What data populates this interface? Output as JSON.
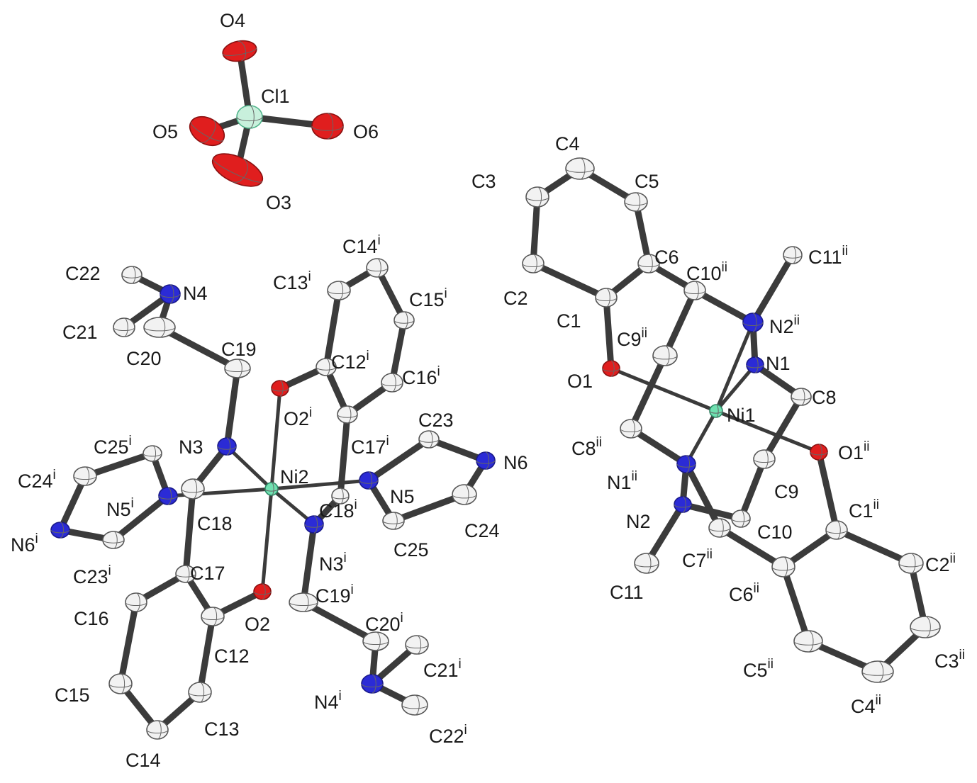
{
  "colors": {
    "carbon": "#f2f2f2",
    "nitrogen": "#2b2bd6",
    "oxygen": "#e01e1e",
    "nickel": "#6fe0b0",
    "chlorine": "#c8f0dc",
    "bond": "#3b3b3b"
  },
  "atoms": [
    {
      "id": "O4",
      "label": "O4",
      "sup": "",
      "el": "O"
    },
    {
      "id": "Cl1",
      "label": "Cl1",
      "sup": "",
      "el": "Cl"
    },
    {
      "id": "O5",
      "label": "O5",
      "sup": "",
      "el": "O"
    },
    {
      "id": "O6",
      "label": "O6",
      "sup": "",
      "el": "O"
    },
    {
      "id": "O3",
      "label": "O3",
      "sup": "",
      "el": "O"
    },
    {
      "id": "C22",
      "label": "C22",
      "sup": "",
      "el": "C"
    },
    {
      "id": "N4",
      "label": "N4",
      "sup": "",
      "el": "N"
    },
    {
      "id": "C21",
      "label": "C21",
      "sup": "",
      "el": "C"
    },
    {
      "id": "C20",
      "label": "C20",
      "sup": "",
      "el": "C"
    },
    {
      "id": "C19",
      "label": "C19",
      "sup": "",
      "el": "C"
    },
    {
      "id": "N3",
      "label": "N3",
      "sup": "",
      "el": "N"
    },
    {
      "id": "C18",
      "label": "C18",
      "sup": "",
      "el": "C"
    },
    {
      "id": "C17",
      "label": "C17",
      "sup": "",
      "el": "C"
    },
    {
      "id": "C16",
      "label": "C16",
      "sup": "",
      "el": "C"
    },
    {
      "id": "C15",
      "label": "C15",
      "sup": "",
      "el": "C"
    },
    {
      "id": "C14",
      "label": "C14",
      "sup": "",
      "el": "C"
    },
    {
      "id": "C13",
      "label": "C13",
      "sup": "",
      "el": "C"
    },
    {
      "id": "C12",
      "label": "C12",
      "sup": "",
      "el": "C"
    },
    {
      "id": "O2",
      "label": "O2",
      "sup": "",
      "el": "O"
    },
    {
      "id": "Ni2",
      "label": "Ni2",
      "sup": "",
      "el": "Ni"
    },
    {
      "id": "C25i",
      "label": "C25",
      "sup": "i",
      "el": "C"
    },
    {
      "id": "C24i",
      "label": "C24",
      "sup": "i",
      "el": "C"
    },
    {
      "id": "N5i",
      "label": "N5",
      "sup": "i",
      "el": "N"
    },
    {
      "id": "N6i",
      "label": "N6",
      "sup": "i",
      "el": "N"
    },
    {
      "id": "C23i",
      "label": "C23",
      "sup": "i",
      "el": "C"
    },
    {
      "id": "C13i",
      "label": "C13",
      "sup": "i",
      "el": "C"
    },
    {
      "id": "C14i",
      "label": "C14",
      "sup": "i",
      "el": "C"
    },
    {
      "id": "C15i",
      "label": "C15",
      "sup": "i",
      "el": "C"
    },
    {
      "id": "C16i",
      "label": "C16",
      "sup": "i",
      "el": "C"
    },
    {
      "id": "C12i",
      "label": "C12",
      "sup": "i",
      "el": "C"
    },
    {
      "id": "O2i",
      "label": "O2",
      "sup": "i",
      "el": "O"
    },
    {
      "id": "C17i",
      "label": "C17",
      "sup": "i",
      "el": "C"
    },
    {
      "id": "C23",
      "label": "C23",
      "sup": "",
      "el": "C"
    },
    {
      "id": "N6",
      "label": "N6",
      "sup": "",
      "el": "N"
    },
    {
      "id": "N5",
      "label": "N5",
      "sup": "",
      "el": "N"
    },
    {
      "id": "C24",
      "label": "C24",
      "sup": "",
      "el": "C"
    },
    {
      "id": "C25",
      "label": "C25",
      "sup": "",
      "el": "C"
    },
    {
      "id": "C18i",
      "label": "C18",
      "sup": "i",
      "el": "C"
    },
    {
      "id": "N3i",
      "label": "N3",
      "sup": "i",
      "el": "N"
    },
    {
      "id": "C19i",
      "label": "C19",
      "sup": "i",
      "el": "C"
    },
    {
      "id": "C20i",
      "label": "C20",
      "sup": "i",
      "el": "C"
    },
    {
      "id": "C21i",
      "label": "C21",
      "sup": "i",
      "el": "C"
    },
    {
      "id": "N4i",
      "label": "N4",
      "sup": "i",
      "el": "N"
    },
    {
      "id": "C22i",
      "label": "C22",
      "sup": "i",
      "el": "C"
    },
    {
      "id": "C4",
      "label": "C4",
      "sup": "",
      "el": "C"
    },
    {
      "id": "C3",
      "label": "C3",
      "sup": "",
      "el": "C"
    },
    {
      "id": "C5",
      "label": "C5",
      "sup": "",
      "el": "C"
    },
    {
      "id": "C6",
      "label": "C6",
      "sup": "",
      "el": "C"
    },
    {
      "id": "C2",
      "label": "C2",
      "sup": "",
      "el": "C"
    },
    {
      "id": "C1",
      "label": "C1",
      "sup": "",
      "el": "C"
    },
    {
      "id": "O1",
      "label": "O1",
      "sup": "",
      "el": "O"
    },
    {
      "id": "C10ii",
      "label": "C10",
      "sup": "ii",
      "el": "C"
    },
    {
      "id": "C11ii",
      "label": "C11",
      "sup": "ii",
      "el": "C"
    },
    {
      "id": "N2ii",
      "label": "N2",
      "sup": "ii",
      "el": "N"
    },
    {
      "id": "C9ii",
      "label": "C9",
      "sup": "ii",
      "el": "C"
    },
    {
      "id": "N1",
      "label": "N1",
      "sup": "",
      "el": "N"
    },
    {
      "id": "C8",
      "label": "C8",
      "sup": "",
      "el": "C"
    },
    {
      "id": "Ni1",
      "label": "Ni1",
      "sup": "",
      "el": "Ni"
    },
    {
      "id": "C8ii",
      "label": "C8",
      "sup": "ii",
      "el": "C"
    },
    {
      "id": "O1ii",
      "label": "O1",
      "sup": "ii",
      "el": "O"
    },
    {
      "id": "N1ii",
      "label": "N1",
      "sup": "ii",
      "el": "N"
    },
    {
      "id": "C9",
      "label": "C9",
      "sup": "",
      "el": "C"
    },
    {
      "id": "N2",
      "label": "N2",
      "sup": "",
      "el": "N"
    },
    {
      "id": "C10",
      "label": "C10",
      "sup": "",
      "el": "C"
    },
    {
      "id": "C1ii",
      "label": "C1",
      "sup": "ii",
      "el": "C"
    },
    {
      "id": "C7ii",
      "label": "C7",
      "sup": "ii",
      "el": "C"
    },
    {
      "id": "C11",
      "label": "C11",
      "sup": "",
      "el": "C"
    },
    {
      "id": "C6ii",
      "label": "C6",
      "sup": "ii",
      "el": "C"
    },
    {
      "id": "C2ii",
      "label": "C2",
      "sup": "ii",
      "el": "C"
    },
    {
      "id": "C5ii",
      "label": "C5",
      "sup": "ii",
      "el": "C"
    },
    {
      "id": "C3ii",
      "label": "C3",
      "sup": "ii",
      "el": "C"
    },
    {
      "id": "C4ii",
      "label": "C4",
      "sup": "ii",
      "el": "C"
    }
  ],
  "bonds": [
    [
      "O4",
      "Cl1"
    ],
    [
      "Cl1",
      "O5"
    ],
    [
      "Cl1",
      "O6"
    ],
    [
      "Cl1",
      "O3"
    ],
    [
      "C22",
      "N4"
    ],
    [
      "N4",
      "C21"
    ],
    [
      "N4",
      "C20"
    ],
    [
      "C20",
      "C19"
    ],
    [
      "C19",
      "N3"
    ],
    [
      "N3",
      "Ni2"
    ],
    [
      "N3",
      "C18"
    ],
    [
      "C18",
      "C17"
    ],
    [
      "C17",
      "C16"
    ],
    [
      "C16",
      "C15"
    ],
    [
      "C15",
      "C14"
    ],
    [
      "C14",
      "C13"
    ],
    [
      "C13",
      "C12"
    ],
    [
      "C12",
      "C17"
    ],
    [
      "C12",
      "O2"
    ],
    [
      "O2",
      "Ni2"
    ],
    [
      "O2i",
      "Ni2"
    ],
    [
      "N5i",
      "Ni2"
    ],
    [
      "N5",
      "Ni2"
    ],
    [
      "N3i",
      "Ni2"
    ],
    [
      "N5i",
      "C25i"
    ],
    [
      "C25i",
      "C24i"
    ],
    [
      "C24i",
      "N6i"
    ],
    [
      "N6i",
      "C23i"
    ],
    [
      "C23i",
      "N5i"
    ],
    [
      "O2i",
      "C12i"
    ],
    [
      "C12i",
      "C13i"
    ],
    [
      "C13i",
      "C14i"
    ],
    [
      "C14i",
      "C15i"
    ],
    [
      "C15i",
      "C16i"
    ],
    [
      "C16i",
      "C17i"
    ],
    [
      "C17i",
      "C12i"
    ],
    [
      "C17i",
      "C18i"
    ],
    [
      "C18i",
      "N3i"
    ],
    [
      "N5",
      "C23"
    ],
    [
      "C23",
      "N6"
    ],
    [
      "N6",
      "C24"
    ],
    [
      "C24",
      "C25"
    ],
    [
      "C25",
      "N5"
    ],
    [
      "N3i",
      "C19i"
    ],
    [
      "C19i",
      "C20i"
    ],
    [
      "C20i",
      "N4i"
    ],
    [
      "N4i",
      "C21i"
    ],
    [
      "N4i",
      "C22i"
    ],
    [
      "C4",
      "C5"
    ],
    [
      "C4",
      "C3"
    ],
    [
      "C3",
      "C2"
    ],
    [
      "C2",
      "C1"
    ],
    [
      "C1",
      "C6"
    ],
    [
      "C6",
      "C5"
    ],
    [
      "C1",
      "O1"
    ],
    [
      "O1",
      "Ni1"
    ],
    [
      "C6",
      "C10ii"
    ],
    [
      "C10ii",
      "N2ii"
    ],
    [
      "C11ii",
      "N2ii"
    ],
    [
      "N2ii",
      "N1"
    ],
    [
      "N2ii",
      "Ni1"
    ],
    [
      "N1",
      "C8"
    ],
    [
      "N1",
      "Ni1"
    ],
    [
      "C8",
      "C9"
    ],
    [
      "C9ii",
      "C8ii"
    ],
    [
      "C8ii",
      "N1ii"
    ],
    [
      "N1ii",
      "Ni1"
    ],
    [
      "N1ii",
      "N2"
    ],
    [
      "N2",
      "C11"
    ],
    [
      "N2",
      "C10"
    ],
    [
      "Ni1",
      "O1ii"
    ],
    [
      "O1ii",
      "C1ii"
    ],
    [
      "C1ii",
      "C6ii"
    ],
    [
      "C1ii",
      "C2ii"
    ],
    [
      "C2ii",
      "C3ii"
    ],
    [
      "C3ii",
      "C4ii"
    ],
    [
      "C4ii",
      "C5ii"
    ],
    [
      "C5ii",
      "C6ii"
    ],
    [
      "C6ii",
      "C7ii"
    ],
    [
      "C7ii",
      "N1ii"
    ],
    [
      "C9ii",
      "C10ii"
    ],
    [
      "C9",
      "C10"
    ]
  ]
}
